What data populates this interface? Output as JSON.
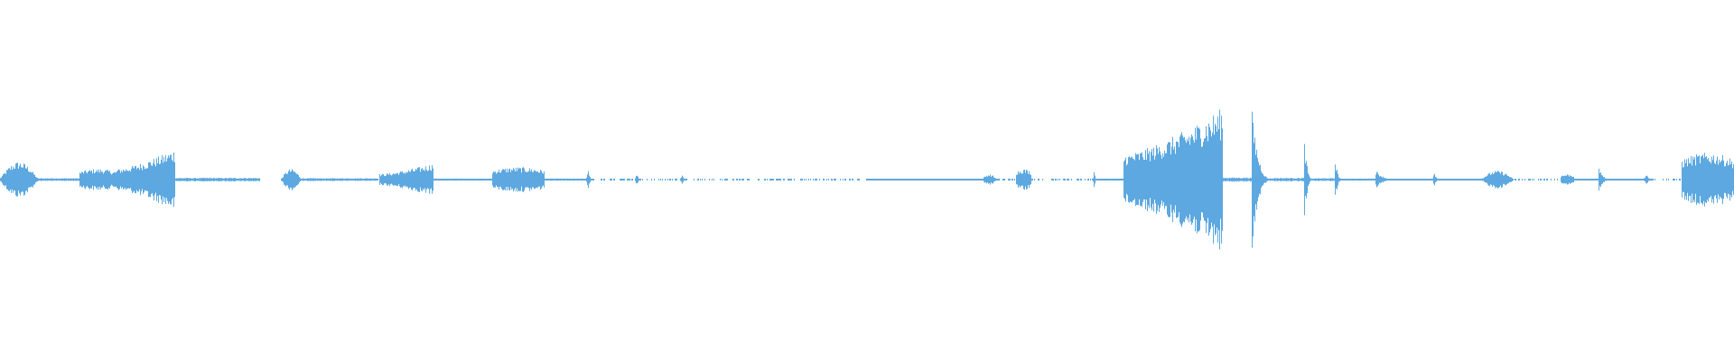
{
  "waveform": {
    "color": "#5DA8E0",
    "background": "#ffffff",
    "segments": [
      {
        "start": 0.0,
        "end": 0.022,
        "peak": 0.1,
        "shape": "burst"
      },
      {
        "start": 0.022,
        "end": 0.046,
        "peak": 0.008,
        "shape": "flat"
      },
      {
        "start": 0.046,
        "end": 0.067,
        "peak": 0.06,
        "shape": "block"
      },
      {
        "start": 0.067,
        "end": 0.101,
        "peak": 0.17,
        "shape": "swell"
      },
      {
        "start": 0.101,
        "end": 0.15,
        "peak": 0.01,
        "shape": "flat"
      },
      {
        "start": 0.162,
        "end": 0.174,
        "peak": 0.06,
        "shape": "burst"
      },
      {
        "start": 0.174,
        "end": 0.218,
        "peak": 0.008,
        "shape": "flat"
      },
      {
        "start": 0.219,
        "end": 0.25,
        "peak": 0.09,
        "shape": "swell"
      },
      {
        "start": 0.25,
        "end": 0.284,
        "peak": 0.006,
        "shape": "flat"
      },
      {
        "start": 0.284,
        "end": 0.314,
        "peak": 0.07,
        "shape": "block"
      },
      {
        "start": 0.314,
        "end": 0.338,
        "peak": 0.006,
        "shape": "flat"
      },
      {
        "start": 0.338,
        "end": 0.342,
        "peak": 0.05,
        "shape": "spike"
      },
      {
        "start": 0.342,
        "end": 0.366,
        "peak": 0.005,
        "shape": "dotted"
      },
      {
        "start": 0.366,
        "end": 0.37,
        "peak": 0.04,
        "shape": "spike"
      },
      {
        "start": 0.37,
        "end": 0.392,
        "peak": 0.004,
        "shape": "dotted"
      },
      {
        "start": 0.392,
        "end": 0.396,
        "peak": 0.03,
        "shape": "spike"
      },
      {
        "start": 0.396,
        "end": 0.5,
        "peak": 0.003,
        "shape": "dotted"
      },
      {
        "start": 0.5,
        "end": 0.566,
        "peak": 0.004,
        "shape": "flat"
      },
      {
        "start": 0.566,
        "end": 0.575,
        "peak": 0.03,
        "shape": "burst"
      },
      {
        "start": 0.575,
        "end": 0.586,
        "peak": 0.005,
        "shape": "dotted"
      },
      {
        "start": 0.586,
        "end": 0.595,
        "peak": 0.06,
        "shape": "block"
      },
      {
        "start": 0.595,
        "end": 0.63,
        "peak": 0.004,
        "shape": "dotted"
      },
      {
        "start": 0.63,
        "end": 0.633,
        "peak": 0.05,
        "shape": "spike"
      },
      {
        "start": 0.633,
        "end": 0.648,
        "peak": 0.006,
        "shape": "flat"
      },
      {
        "start": 0.648,
        "end": 0.705,
        "peak": 0.4,
        "shape": "swell"
      },
      {
        "start": 0.705,
        "end": 0.722,
        "peak": 0.012,
        "shape": "flat"
      },
      {
        "start": 0.722,
        "end": 0.735,
        "peak": 0.38,
        "shape": "decay"
      },
      {
        "start": 0.735,
        "end": 0.752,
        "peak": 0.01,
        "shape": "flat"
      },
      {
        "start": 0.752,
        "end": 0.758,
        "peak": 0.22,
        "shape": "decay"
      },
      {
        "start": 0.758,
        "end": 0.77,
        "peak": 0.008,
        "shape": "flat"
      },
      {
        "start": 0.77,
        "end": 0.775,
        "peak": 0.12,
        "shape": "decay"
      },
      {
        "start": 0.775,
        "end": 0.793,
        "peak": 0.006,
        "shape": "flat"
      },
      {
        "start": 0.793,
        "end": 0.808,
        "peak": 0.05,
        "shape": "decay"
      },
      {
        "start": 0.808,
        "end": 0.826,
        "peak": 0.005,
        "shape": "flat"
      },
      {
        "start": 0.826,
        "end": 0.83,
        "peak": 0.04,
        "shape": "spike"
      },
      {
        "start": 0.83,
        "end": 0.854,
        "peak": 0.005,
        "shape": "flat"
      },
      {
        "start": 0.854,
        "end": 0.873,
        "peak": 0.05,
        "shape": "burst"
      },
      {
        "start": 0.873,
        "end": 0.9,
        "peak": 0.005,
        "shape": "dotted"
      },
      {
        "start": 0.9,
        "end": 0.908,
        "peak": 0.03,
        "shape": "block"
      },
      {
        "start": 0.908,
        "end": 0.922,
        "peak": 0.005,
        "shape": "flat"
      },
      {
        "start": 0.922,
        "end": 0.93,
        "peak": 0.07,
        "shape": "decay"
      },
      {
        "start": 0.93,
        "end": 0.948,
        "peak": 0.005,
        "shape": "flat"
      },
      {
        "start": 0.948,
        "end": 0.953,
        "peak": 0.03,
        "shape": "spike"
      },
      {
        "start": 0.953,
        "end": 0.97,
        "peak": 0.004,
        "shape": "dotted"
      },
      {
        "start": 0.97,
        "end": 1.0,
        "peak": 0.15,
        "shape": "block"
      }
    ]
  }
}
